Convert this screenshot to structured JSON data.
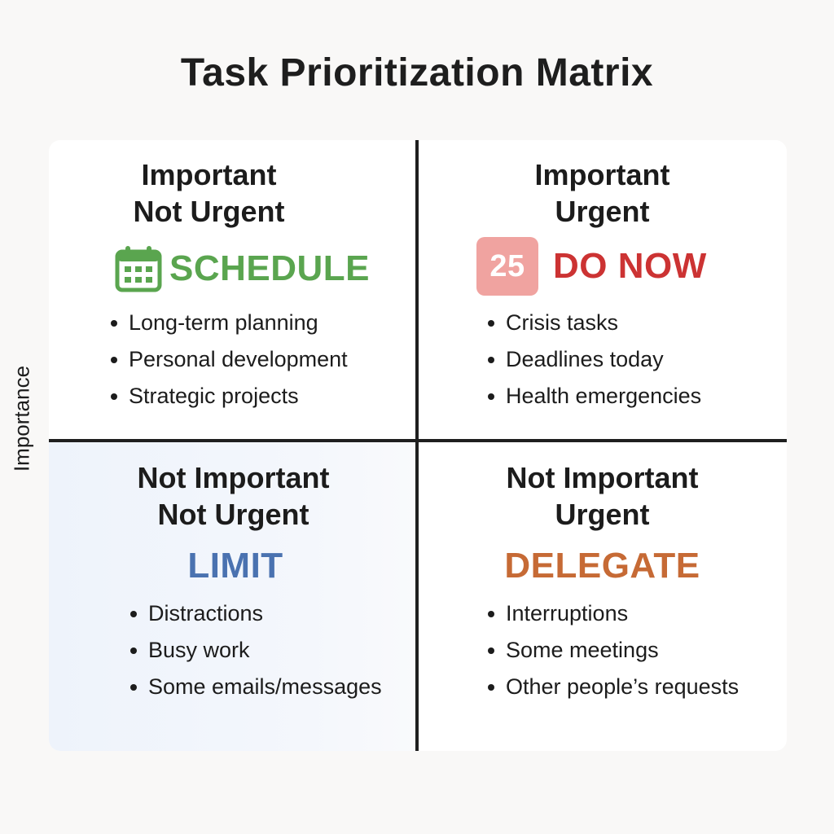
{
  "title": "Task Prioritization Matrix",
  "y_axis_label": "Importance",
  "quadrants": {
    "top_left": {
      "heading_line1": "Important",
      "heading_line2": "Not Urgent",
      "action": "SCHEDULE",
      "icon": "calendar-icon",
      "color": "#5aa54f",
      "items": [
        "Long-term planning",
        "Personal development",
        "Strategic projects"
      ]
    },
    "top_right": {
      "heading_line1": "Important",
      "heading_line2": "Urgent",
      "badge": "25",
      "action": "DO NOW",
      "color": "#cc3333",
      "items": [
        "Crisis tasks",
        "Deadlines today",
        "Health emergencies"
      ]
    },
    "bottom_left": {
      "heading_line1": "Not Important",
      "heading_line2": "Not Urgent",
      "action": "LIMIT",
      "color": "#4a72b0",
      "items": [
        "Distractions",
        "Busy work",
        "Some emails/messages"
      ]
    },
    "bottom_right": {
      "heading_line1": "Not Important",
      "heading_line2": "Urgent",
      "action": "DELEGATE",
      "color": "#c66a35",
      "items": [
        "Interruptions",
        "Some meetings",
        "Other people’s requests"
      ]
    }
  }
}
